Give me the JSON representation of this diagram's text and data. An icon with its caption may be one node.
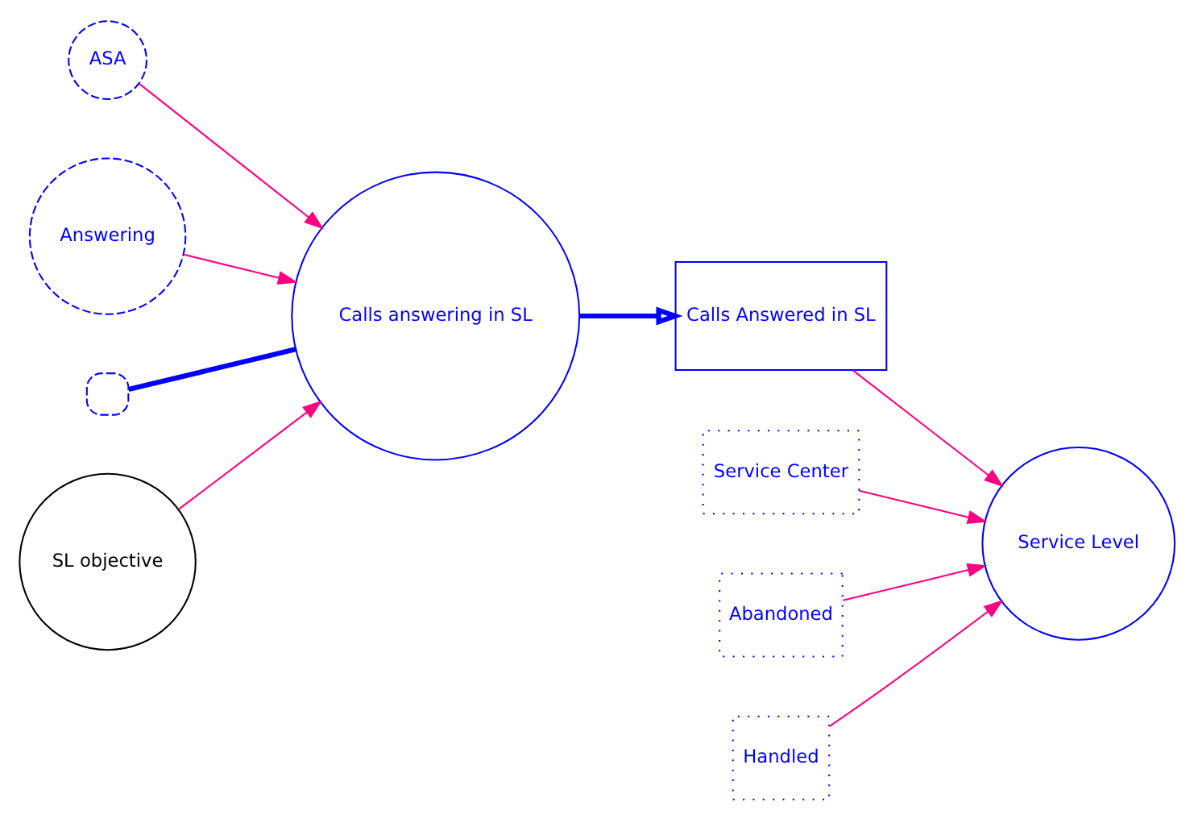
{
  "diagram": {
    "nodes": [
      {
        "text": [
          "ASA"
        ]
      },
      {
        "text": [
          "Answering"
        ]
      },
      {
        "text": [],
        "shape": "cloud"
      },
      {
        "text": [
          "Calls answering in SL"
        ]
      },
      {
        "text": [
          "Calls Answered in SL"
        ]
      },
      {
        "text": [
          "SL objective"
        ]
      },
      {
        "text": [
          "Service Level"
        ]
      },
      {
        "text": [
          "Service Center"
        ]
      },
      {
        "text": [
          "Abandoned"
        ]
      },
      {
        "text": [
          "Handled"
        ]
      }
    ],
    "edges": [
      {
        "from": 0,
        "to": 3,
        "arrow": "to"
      },
      {
        "from": 1,
        "to": 3,
        "arrow": "to"
      },
      {
        "from": 2,
        "to": 3,
        "arrow": "none",
        "style": "thick",
        "color": "#0000ff"
      },
      {
        "from": 3,
        "to": 4,
        "arrow": "to",
        "style": "thick",
        "color": "#0000ff"
      },
      {
        "from": 5,
        "to": 3,
        "arrow": "to"
      },
      {
        "from": 4,
        "to": 6,
        "arrow": "to"
      },
      {
        "from": 7,
        "to": 6,
        "arrow": "to"
      },
      {
        "from": 8,
        "to": 6,
        "arrow": "to"
      },
      {
        "from": 9,
        "to": 6,
        "arrow": "to"
      }
    ]
  }
}
